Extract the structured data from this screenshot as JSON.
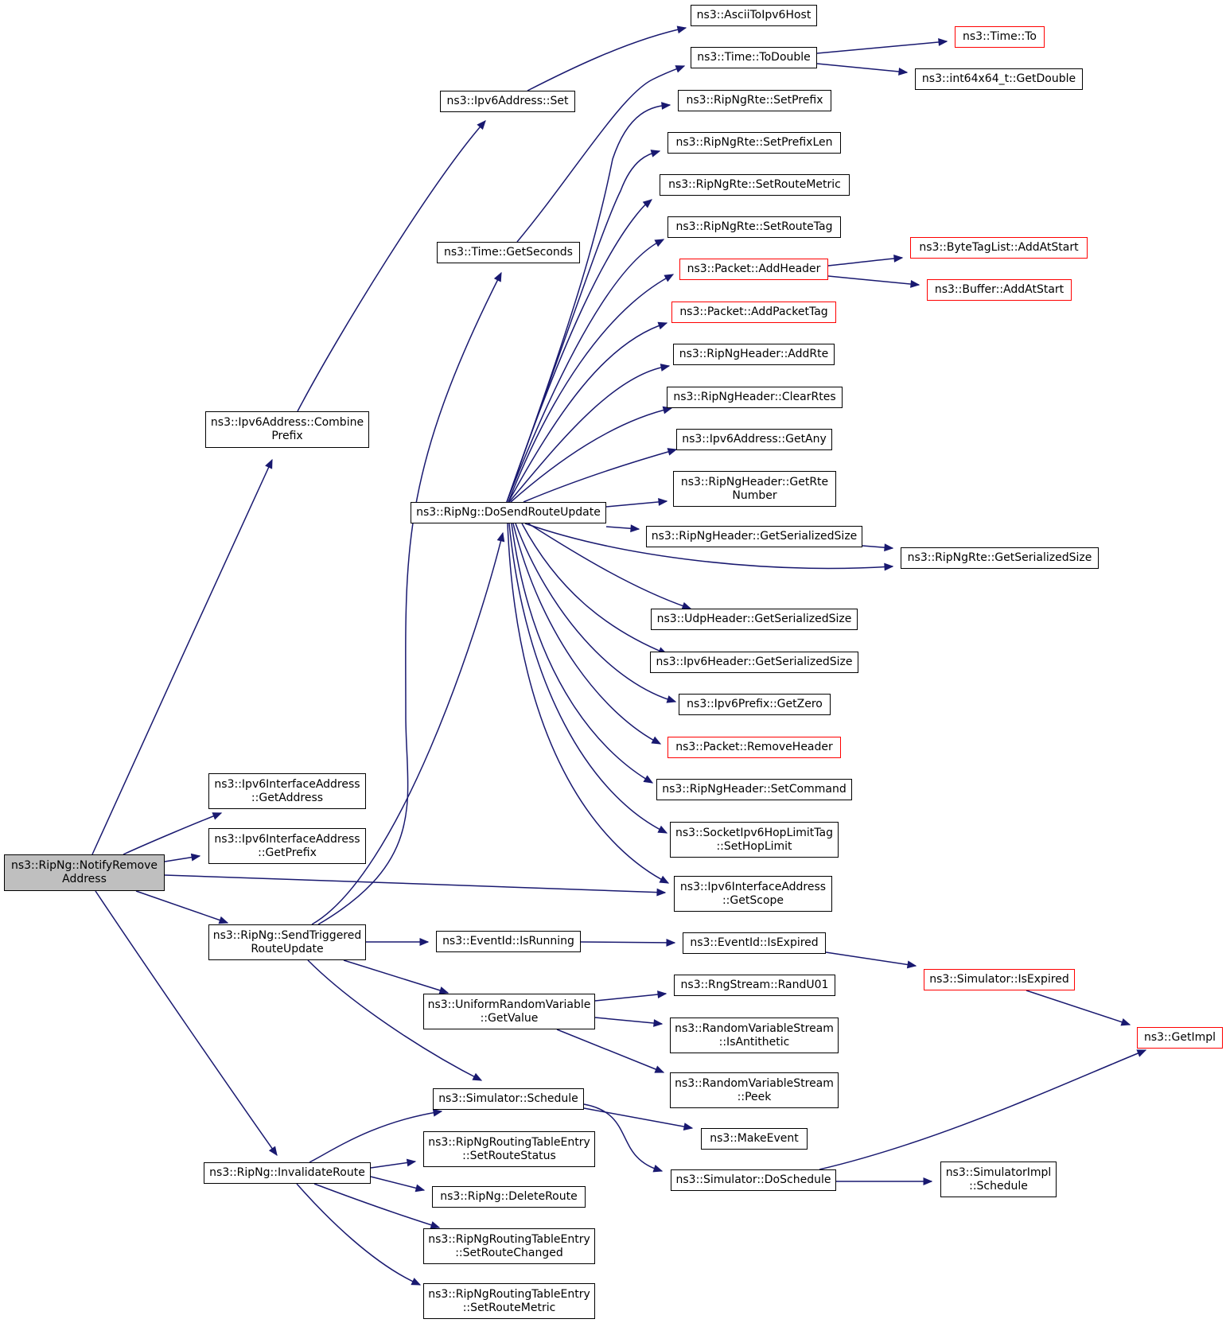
{
  "colors": {
    "edge": "#191970",
    "node_border": "#000000",
    "truncated_border": "#ff0000",
    "root_fill": "#bfbfbf",
    "background": "#ffffff"
  },
  "nodes": [
    {
      "id": "n0",
      "label": "ns3::RipNg::NotifyRemove\nAddress",
      "kind": "root"
    },
    {
      "id": "n1",
      "label": "ns3::Ipv6Address::Combine\nPrefix"
    },
    {
      "id": "n2",
      "label": "ns3::Ipv6Address::Set"
    },
    {
      "id": "n3",
      "label": "ns3::AsciiToIpv6Host"
    },
    {
      "id": "n4",
      "label": "ns3::Ipv6InterfaceAddress\n::GetAddress"
    },
    {
      "id": "n5",
      "label": "ns3::Ipv6InterfaceAddress\n::GetPrefix"
    },
    {
      "id": "n6",
      "label": "ns3::Ipv6InterfaceAddress\n::GetScope"
    },
    {
      "id": "n7",
      "label": "ns3::RipNg::InvalidateRoute"
    },
    {
      "id": "n8",
      "label": "ns3::RipNg::DeleteRoute"
    },
    {
      "id": "n9",
      "label": "ns3::Simulator::Schedule"
    },
    {
      "id": "n10",
      "label": "ns3::MakeEvent"
    },
    {
      "id": "n11",
      "label": "ns3::Simulator::DoSchedule"
    },
    {
      "id": "n12",
      "label": "ns3::GetImpl",
      "kind": "truncated"
    },
    {
      "id": "n13",
      "label": "ns3::SimulatorImpl\n::Schedule"
    },
    {
      "id": "n14",
      "label": "ns3::RipNgRoutingTableEntry\n::SetRouteChanged"
    },
    {
      "id": "n15",
      "label": "ns3::RipNgRoutingTableEntry\n::SetRouteMetric"
    },
    {
      "id": "n16",
      "label": "ns3::RipNgRoutingTableEntry\n::SetRouteStatus"
    },
    {
      "id": "n17",
      "label": "ns3::RipNg::SendTriggered\nRouteUpdate"
    },
    {
      "id": "n18",
      "label": "ns3::RipNg::DoSendRouteUpdate"
    },
    {
      "id": "n19",
      "label": "ns3::Packet::AddHeader",
      "kind": "truncated"
    },
    {
      "id": "n20",
      "label": "ns3::ByteTagList::AddAtStart",
      "kind": "truncated"
    },
    {
      "id": "n21",
      "label": "ns3::Buffer::AddAtStart",
      "kind": "truncated"
    },
    {
      "id": "n22",
      "label": "ns3::Packet::AddPacketTag",
      "kind": "truncated"
    },
    {
      "id": "n23",
      "label": "ns3::RipNgHeader::AddRte"
    },
    {
      "id": "n24",
      "label": "ns3::RipNgHeader::ClearRtes"
    },
    {
      "id": "n25",
      "label": "ns3::Ipv6Address::GetAny"
    },
    {
      "id": "n26",
      "label": "ns3::RipNgHeader::GetRte\nNumber"
    },
    {
      "id": "n27",
      "label": "ns3::RipNgHeader::GetSerializedSize"
    },
    {
      "id": "n28",
      "label": "ns3::RipNgRte::GetSerializedSize"
    },
    {
      "id": "n29",
      "label": "ns3::UdpHeader::GetSerializedSize"
    },
    {
      "id": "n30",
      "label": "ns3::Ipv6Header::GetSerializedSize"
    },
    {
      "id": "n31",
      "label": "ns3::Ipv6Prefix::GetZero"
    },
    {
      "id": "n32",
      "label": "ns3::Packet::RemoveHeader",
      "kind": "truncated"
    },
    {
      "id": "n33",
      "label": "ns3::RipNgHeader::SetCommand"
    },
    {
      "id": "n34",
      "label": "ns3::SocketIpv6HopLimitTag\n::SetHopLimit"
    },
    {
      "id": "n35",
      "label": "ns3::RipNgRte::SetPrefix"
    },
    {
      "id": "n36",
      "label": "ns3::RipNgRte::SetPrefixLen"
    },
    {
      "id": "n37",
      "label": "ns3::RipNgRte::SetRouteMetric"
    },
    {
      "id": "n38",
      "label": "ns3::RipNgRte::SetRouteTag"
    },
    {
      "id": "n39",
      "label": "ns3::Time::GetSeconds"
    },
    {
      "id": "n40",
      "label": "ns3::Time::ToDouble"
    },
    {
      "id": "n41",
      "label": "ns3::Time::To",
      "kind": "truncated"
    },
    {
      "id": "n42",
      "label": "ns3::int64x64_t::GetDouble"
    },
    {
      "id": "n43",
      "label": "ns3::EventId::IsRunning"
    },
    {
      "id": "n44",
      "label": "ns3::EventId::IsExpired"
    },
    {
      "id": "n45",
      "label": "ns3::Simulator::IsExpired",
      "kind": "truncated"
    },
    {
      "id": "n46",
      "label": "ns3::UniformRandomVariable\n::GetValue"
    },
    {
      "id": "n47",
      "label": "ns3::RngStream::RandU01"
    },
    {
      "id": "n48",
      "label": "ns3::RandomVariableStream\n::IsAntithetic"
    },
    {
      "id": "n49",
      "label": "ns3::RandomVariableStream\n::Peek"
    }
  ],
  "edges": [
    [
      "n0",
      "n1"
    ],
    [
      "n1",
      "n2"
    ],
    [
      "n2",
      "n3"
    ],
    [
      "n0",
      "n4"
    ],
    [
      "n0",
      "n5"
    ],
    [
      "n0",
      "n6"
    ],
    [
      "n0",
      "n7"
    ],
    [
      "n0",
      "n17"
    ],
    [
      "n7",
      "n8"
    ],
    [
      "n7",
      "n9"
    ],
    [
      "n7",
      "n14"
    ],
    [
      "n7",
      "n15"
    ],
    [
      "n7",
      "n16"
    ],
    [
      "n9",
      "n10"
    ],
    [
      "n9",
      "n11"
    ],
    [
      "n11",
      "n12"
    ],
    [
      "n11",
      "n13"
    ],
    [
      "n17",
      "n18"
    ],
    [
      "n17",
      "n39"
    ],
    [
      "n17",
      "n43"
    ],
    [
      "n17",
      "n46"
    ],
    [
      "n17",
      "n9"
    ],
    [
      "n18",
      "n19"
    ],
    [
      "n18",
      "n22"
    ],
    [
      "n18",
      "n23"
    ],
    [
      "n18",
      "n24"
    ],
    [
      "n18",
      "n25"
    ],
    [
      "n18",
      "n26"
    ],
    [
      "n18",
      "n27"
    ],
    [
      "n18",
      "n28"
    ],
    [
      "n18",
      "n29"
    ],
    [
      "n18",
      "n30"
    ],
    [
      "n18",
      "n31"
    ],
    [
      "n18",
      "n32"
    ],
    [
      "n18",
      "n33"
    ],
    [
      "n18",
      "n34"
    ],
    [
      "n18",
      "n6"
    ],
    [
      "n18",
      "n35"
    ],
    [
      "n18",
      "n36"
    ],
    [
      "n18",
      "n37"
    ],
    [
      "n18",
      "n38"
    ],
    [
      "n19",
      "n20"
    ],
    [
      "n19",
      "n21"
    ],
    [
      "n27",
      "n28"
    ],
    [
      "n39",
      "n40"
    ],
    [
      "n40",
      "n41"
    ],
    [
      "n40",
      "n42"
    ],
    [
      "n43",
      "n44"
    ],
    [
      "n44",
      "n45"
    ],
    [
      "n45",
      "n12"
    ],
    [
      "n46",
      "n47"
    ],
    [
      "n46",
      "n48"
    ],
    [
      "n46",
      "n49"
    ]
  ]
}
